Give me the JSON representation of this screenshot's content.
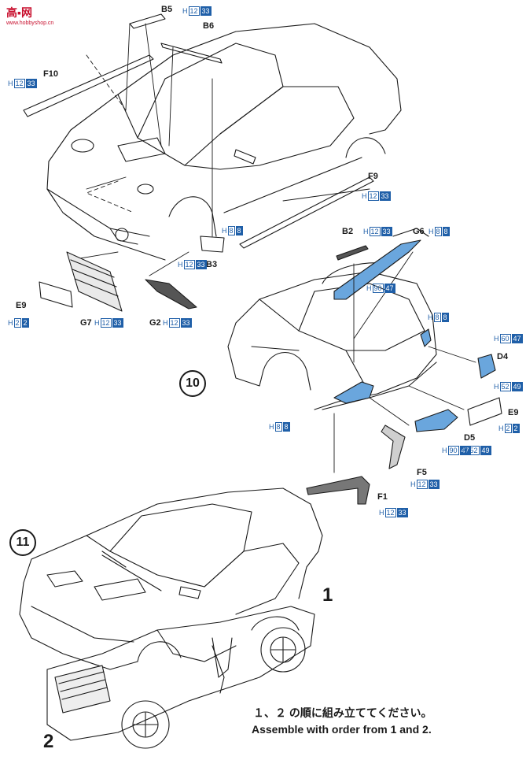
{
  "watermark": {
    "text": "高▪网",
    "sub": "www.hobbyshop.cn"
  },
  "steps": [
    {
      "number": "10"
    },
    {
      "number": "11"
    }
  ],
  "parts": [
    {
      "id": "B5",
      "paint": [
        "12",
        "33"
      ]
    },
    {
      "id": "B6",
      "paint": []
    },
    {
      "id": "F10",
      "paint": [
        "12",
        "33"
      ]
    },
    {
      "id": "F9",
      "paint": [
        "12",
        "33"
      ]
    },
    {
      "id": "B3",
      "paint": [
        "8",
        "8"
      ]
    },
    {
      "id": "B3b",
      "label": "B3",
      "paint": [
        "12",
        "33"
      ]
    },
    {
      "id": "E9",
      "paint": [
        "2",
        "2"
      ]
    },
    {
      "id": "G7",
      "paint": [
        "12",
        "33"
      ]
    },
    {
      "id": "G2",
      "paint": [
        "12",
        "33"
      ]
    },
    {
      "id": "B2",
      "paint": [
        "12",
        "33"
      ]
    },
    {
      "id": "G6",
      "paint": [
        "8",
        "8"
      ]
    },
    {
      "id": "G6b",
      "paint": [
        "90",
        "47"
      ]
    },
    {
      "id": "Rear",
      "paint": [
        "8",
        "8"
      ]
    },
    {
      "id": "D4",
      "paint": [
        "60",
        "47"
      ]
    },
    {
      "id": "D4b",
      "paint": [
        "52",
        "49"
      ]
    },
    {
      "id": "E9r",
      "label": "E9",
      "paint": [
        "2",
        "2"
      ]
    },
    {
      "id": "D5",
      "paint": [
        "90",
        "47"
      ]
    },
    {
      "id": "D5b",
      "paint": [
        "52",
        "49"
      ]
    },
    {
      "id": "F5",
      "paint": [
        "12",
        "33"
      ]
    },
    {
      "id": "F1",
      "paint": [
        "12",
        "33"
      ]
    },
    {
      "id": "Lower",
      "paint": [
        "8",
        "8"
      ]
    }
  ],
  "order_marks": {
    "one": "1",
    "two": "2"
  },
  "instructions": {
    "japanese": "１、２ の順に組み立ててください。",
    "english": "Assemble with order from 1 and 2."
  },
  "paint_prefix": "H",
  "colors": {
    "accent_blue": "#6aa6dd",
    "code_blue": "#1f5fa8",
    "line": "#1a1a1a"
  }
}
